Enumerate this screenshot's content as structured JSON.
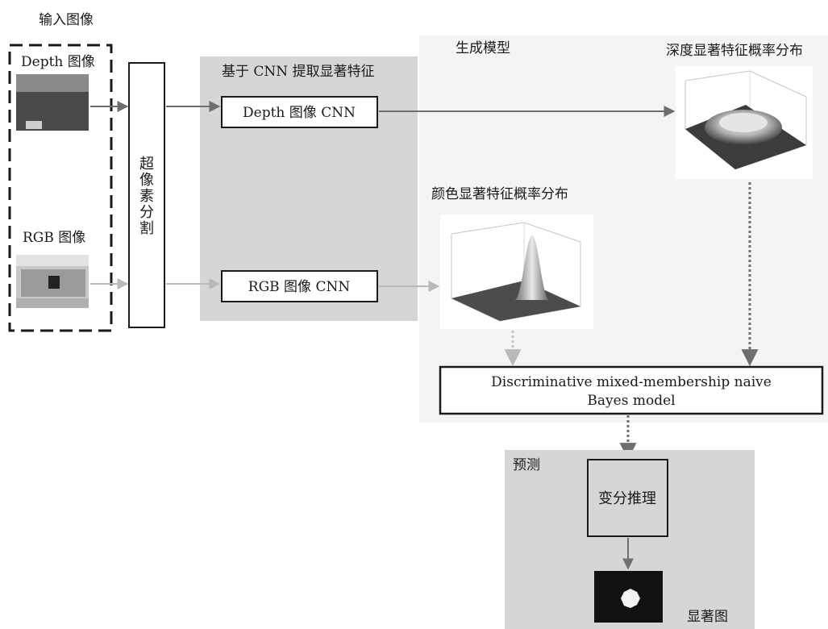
{
  "diagram": {
    "input_title": "输入图像",
    "depth_image_label": "Depth 图像",
    "rgb_image_label": "RGB 图像",
    "superpixel_label": [
      "超",
      "像",
      "素",
      "分",
      "割"
    ],
    "cnn_panel_title": "基于 CNN 提取显著特征",
    "depth_cnn_label": "Depth 图像 CNN",
    "rgb_cnn_label": "RGB 图像 CNN",
    "generative_title": "生成模型",
    "depth_dist_title": "深度显著特征概率分布",
    "color_dist_title": "颜色显著特征概率分布",
    "model_label_line1": "Discriminative mixed-membership naive",
    "model_label_line2": "Bayes model",
    "predict_title": "预测",
    "inference_label": "变分推理",
    "saliency_label": "显著图"
  },
  "colors": {
    "panel_gray": "#d6d6d6",
    "generative_bg": "#f4f4f4",
    "edge_dark": "#6e6e6e",
    "edge_light": "#b9b9b9"
  }
}
